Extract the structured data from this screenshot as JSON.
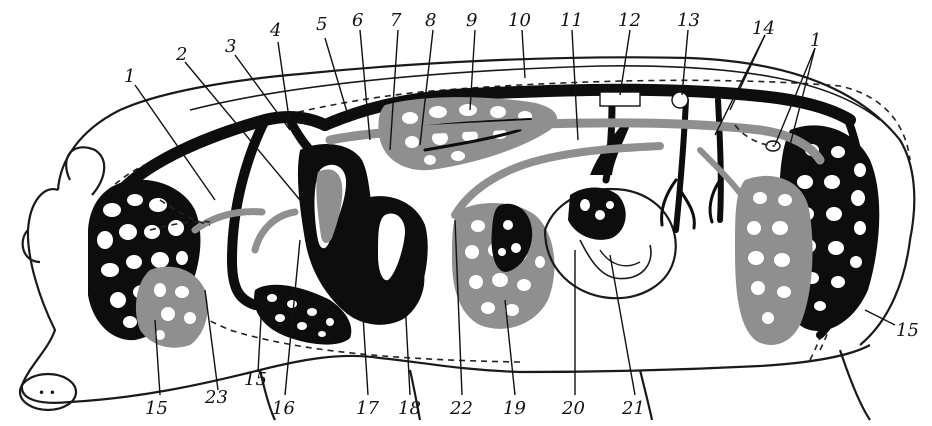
{
  "labels": {
    "l1a": "1",
    "l1b": "1",
    "l2": "2",
    "l3": "3",
    "l4": "4",
    "l5": "5",
    "l6": "6",
    "l7": "7",
    "l8": "8",
    "l9": "9",
    "l10": "10",
    "l11": "11",
    "l12": "12",
    "l13": "13",
    "l14": "14",
    "l15a": "15",
    "l15b": "15",
    "l15c": "15",
    "l16": "16",
    "l17": "17",
    "l18": "18",
    "l19": "19",
    "l20": "20",
    "l21": "21",
    "l22": "22",
    "l23": "23"
  },
  "colors": {
    "arterial": "#0d0d0d",
    "venous": "#8f8f8f",
    "background": "#ffffff"
  }
}
